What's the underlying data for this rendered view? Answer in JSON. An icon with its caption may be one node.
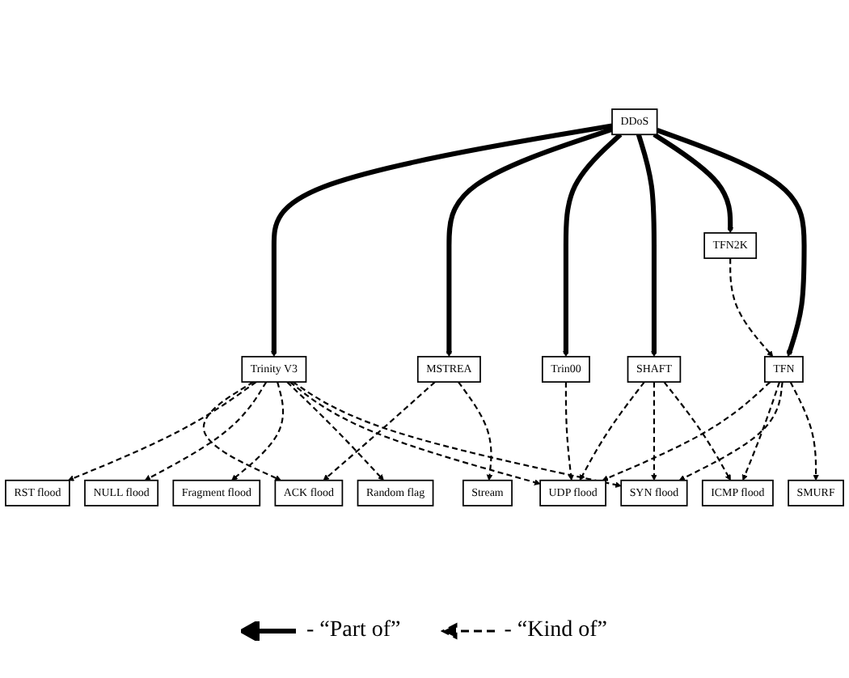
{
  "diagram": {
    "nodes": [
      {
        "text": [
          "DDoS"
        ]
      },
      {
        "text": [
          "Trinity V3"
        ]
      },
      {
        "text": [
          "MSTREA"
        ]
      },
      {
        "text": [
          "Trin00"
        ]
      },
      {
        "text": [
          "SHAFT"
        ]
      },
      {
        "text": [
          "TFN2K"
        ]
      },
      {
        "text": [
          "TFN"
        ]
      },
      {
        "text": [
          "ACK flood"
        ]
      },
      {
        "text": [
          "RST flood"
        ]
      },
      {
        "text": [
          "NULL flood"
        ]
      },
      {
        "text": [
          "Fragment flood"
        ]
      },
      {
        "text": [
          "Stream"
        ]
      },
      {
        "text": [
          "Random flag"
        ]
      },
      {
        "text": [
          "UDP flood"
        ]
      },
      {
        "text": [
          "ICMP flood"
        ]
      },
      {
        "text": [
          "SYN flood"
        ]
      },
      {
        "text": [
          "SMURF"
        ]
      }
    ],
    "edges": [
      {
        "from": 0,
        "to": 1,
        "arrow": "to",
        "style": "thick"
      },
      {
        "from": 0,
        "to": 2,
        "arrow": "to",
        "style": "thick"
      },
      {
        "from": 0,
        "to": 3,
        "arrow": "to",
        "style": "thick"
      },
      {
        "from": 0,
        "to": 4,
        "arrow": "to",
        "style": "thick"
      },
      {
        "from": 0,
        "to": 5,
        "arrow": "to",
        "style": "thick"
      },
      {
        "from": 0,
        "to": 6,
        "arrow": "to",
        "style": "thick"
      },
      {
        "from": 5,
        "to": 6,
        "arrow": "to",
        "style": "dashed"
      },
      {
        "from": 1,
        "to": 7,
        "arrow": "to",
        "style": "dashed"
      },
      {
        "from": 1,
        "to": 8,
        "arrow": "to",
        "style": "dashed"
      },
      {
        "from": 1,
        "to": 9,
        "arrow": "to",
        "style": "dashed"
      },
      {
        "from": 1,
        "to": 10,
        "arrow": "to",
        "style": "dashed"
      },
      {
        "from": 1,
        "to": 12,
        "arrow": "to",
        "style": "dashed"
      },
      {
        "from": 1,
        "to": 13,
        "arrow": "to",
        "style": "dashed"
      },
      {
        "from": 1,
        "to": 15,
        "arrow": "to",
        "style": "dashed"
      },
      {
        "from": 2,
        "to": 7,
        "arrow": "to",
        "style": "dashed"
      },
      {
        "from": 2,
        "to": 11,
        "arrow": "to",
        "style": "dashed"
      },
      {
        "from": 3,
        "to": 13,
        "arrow": "to",
        "style": "dashed"
      },
      {
        "from": 4,
        "to": 13,
        "arrow": "to",
        "style": "dashed"
      },
      {
        "from": 4,
        "to": 15,
        "arrow": "to",
        "style": "dashed"
      },
      {
        "from": 4,
        "to": 14,
        "arrow": "to",
        "style": "dashed"
      },
      {
        "from": 6,
        "to": 13,
        "arrow": "to",
        "style": "dashed"
      },
      {
        "from": 6,
        "to": 14,
        "arrow": "to",
        "style": "dashed"
      },
      {
        "from": 6,
        "to": 15,
        "arrow": "to",
        "style": "dashed"
      },
      {
        "from": 6,
        "to": 16,
        "arrow": "to",
        "style": "dashed"
      }
    ],
    "legend": [
      {
        "text": "- “Part of”"
      },
      {
        "text": "- “Kind of”"
      }
    ]
  }
}
